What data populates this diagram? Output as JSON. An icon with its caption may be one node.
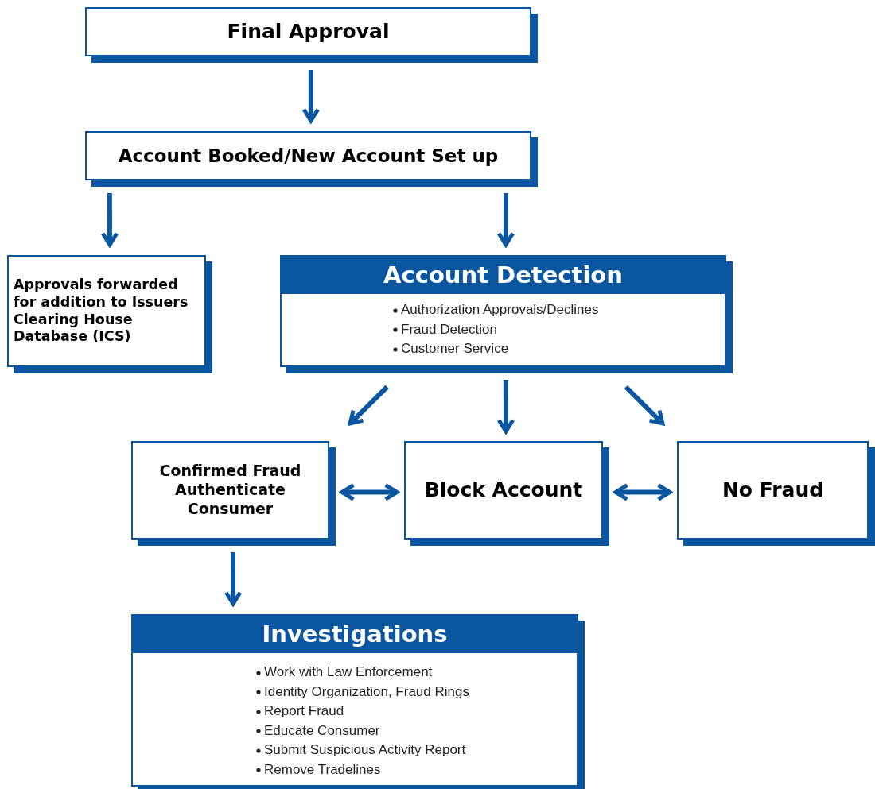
{
  "diagram": {
    "nodes": [
      {
        "text": [
          "Final Approval"
        ]
      },
      {
        "text": [
          "Account Booked/New Account Set up"
        ]
      },
      {
        "text": [
          "Approvals forwarded for addition to Issuers Clearing House Database (ICS)"
        ]
      },
      {
        "text": [
          "Account Detection",
          "Authorization Approvals/Declines",
          "Fraud Detection",
          "Customer Service"
        ]
      },
      {
        "text": [
          "Confirmed Fraud Authenticate Consumer"
        ]
      },
      {
        "text": [
          "Block Account"
        ]
      },
      {
        "text": [
          "No Fraud"
        ]
      },
      {
        "text": [
          "Investigations",
          "Work with Law Enforcement",
          "Identity Organization, Fraud Rings",
          "Report Fraud",
          "Educate Consumer",
          "Submit Suspicious Activity Report",
          "Remove Tradelines"
        ]
      }
    ],
    "edges": [
      {
        "from": 0,
        "to": 1,
        "arrow": "to"
      },
      {
        "from": 1,
        "to": 2,
        "arrow": "to"
      },
      {
        "from": 1,
        "to": 3,
        "arrow": "to"
      },
      {
        "from": 3,
        "to": 4,
        "arrow": "to"
      },
      {
        "from": 3,
        "to": 5,
        "arrow": "to"
      },
      {
        "from": 3,
        "to": 6,
        "arrow": "to"
      },
      {
        "from": 4,
        "to": 5,
        "arrow": "both"
      },
      {
        "from": 5,
        "to": 6,
        "arrow": "both"
      },
      {
        "from": 4,
        "to": 7,
        "arrow": "to"
      }
    ]
  }
}
